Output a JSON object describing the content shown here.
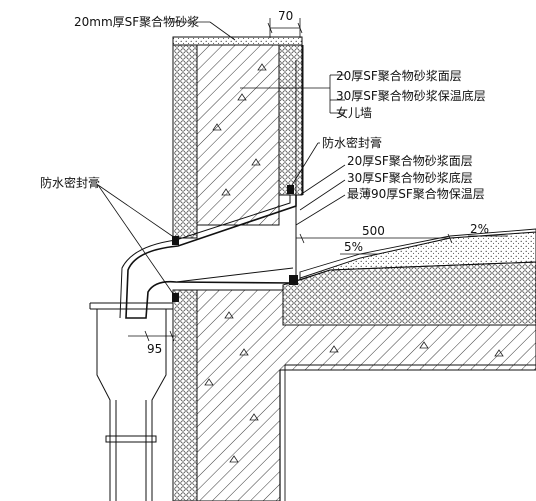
{
  "labels": {
    "top_mortar": "20mm厚SF聚合物砂浆",
    "dim_top": "70",
    "wall_face_layer": "20厚SF聚合物砂浆面层",
    "wall_base_layer": "30厚SF聚合物砂浆保温底层",
    "parapet": "女儿墙",
    "sealant_right": "防水密封膏",
    "roof_face_layer": "20厚SF聚合物砂浆面层",
    "roof_base_layer": "30厚SF聚合物砂浆底层",
    "roof_insulation": "最薄90厚SF聚合物保温层",
    "sealant_left": "防水密封膏",
    "dim_500": "500",
    "slope_a": "2%",
    "slope_b": "5%",
    "dim_95": "95"
  }
}
